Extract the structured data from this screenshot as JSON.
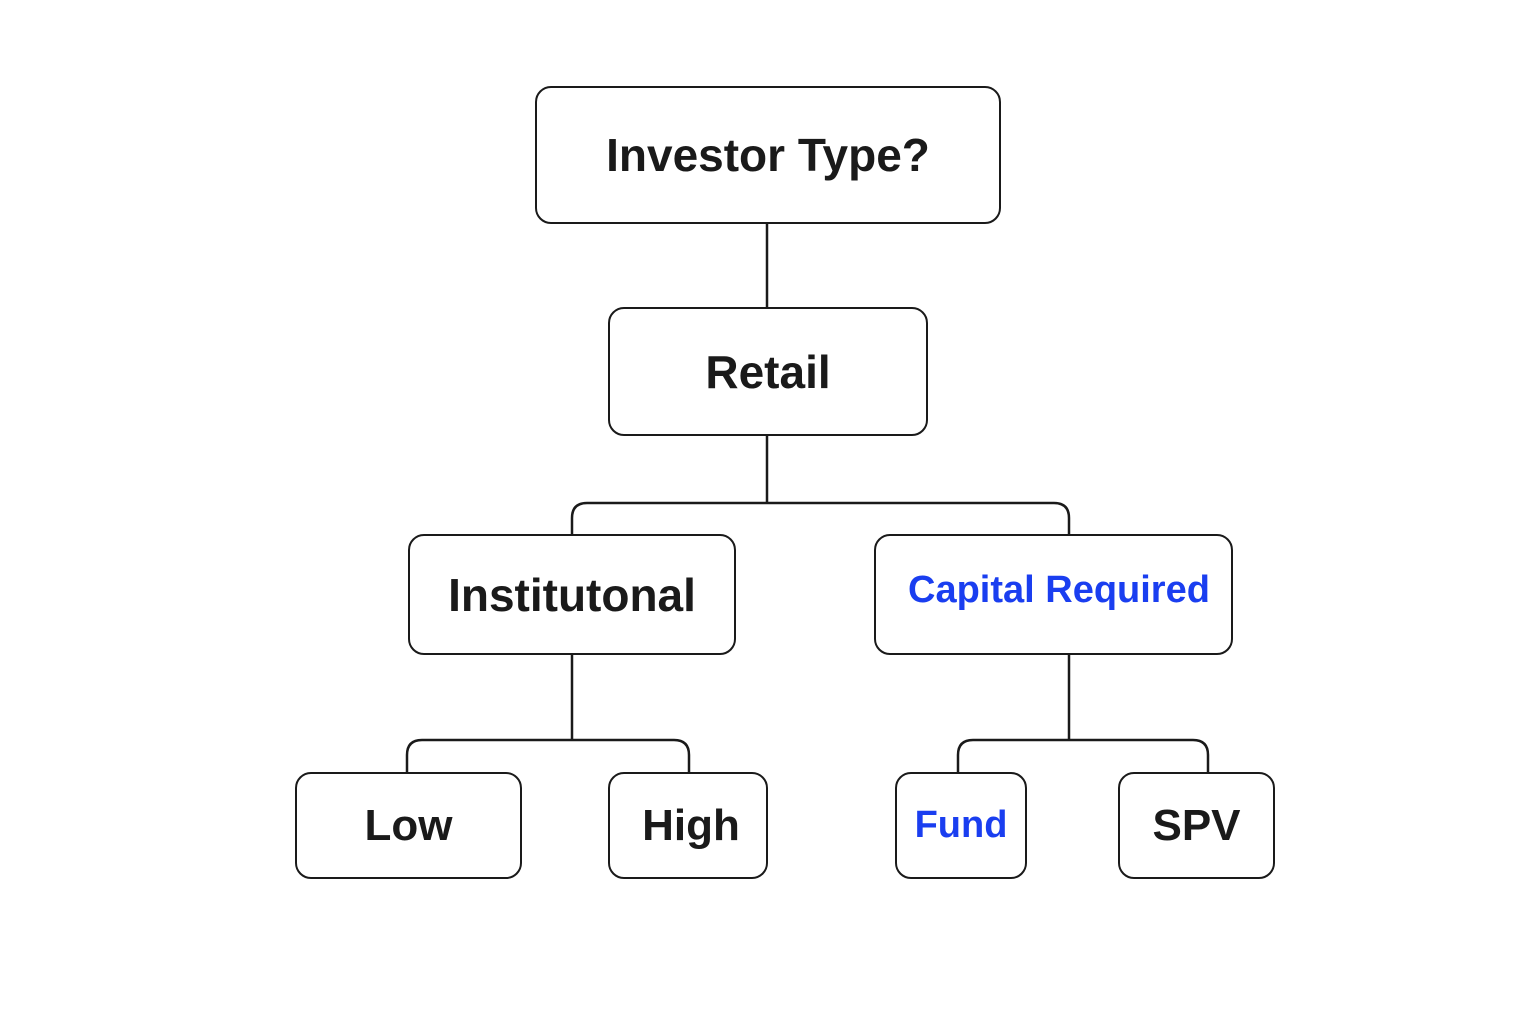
{
  "diagram": {
    "type": "decision-tree",
    "colors": {
      "stroke": "#1a1a1a",
      "text": "#1a1a1a",
      "accent": "#1a3ef0",
      "background": "#ffffff"
    },
    "nodes": {
      "root": {
        "label": "Investor Type?"
      },
      "retail": {
        "label": "Retail"
      },
      "institutional": {
        "label": "Institutonal"
      },
      "capital_required": {
        "label": "Capital Required"
      },
      "low": {
        "label": "Low"
      },
      "high": {
        "label": "High"
      },
      "fund": {
        "label": "Fund"
      },
      "spv": {
        "label": "SPV"
      }
    },
    "edges": [
      [
        "root",
        "retail"
      ],
      [
        "retail",
        "institutional"
      ],
      [
        "retail",
        "capital_required"
      ],
      [
        "institutional",
        "low"
      ],
      [
        "institutional",
        "high"
      ],
      [
        "capital_required",
        "fund"
      ],
      [
        "capital_required",
        "spv"
      ]
    ]
  }
}
